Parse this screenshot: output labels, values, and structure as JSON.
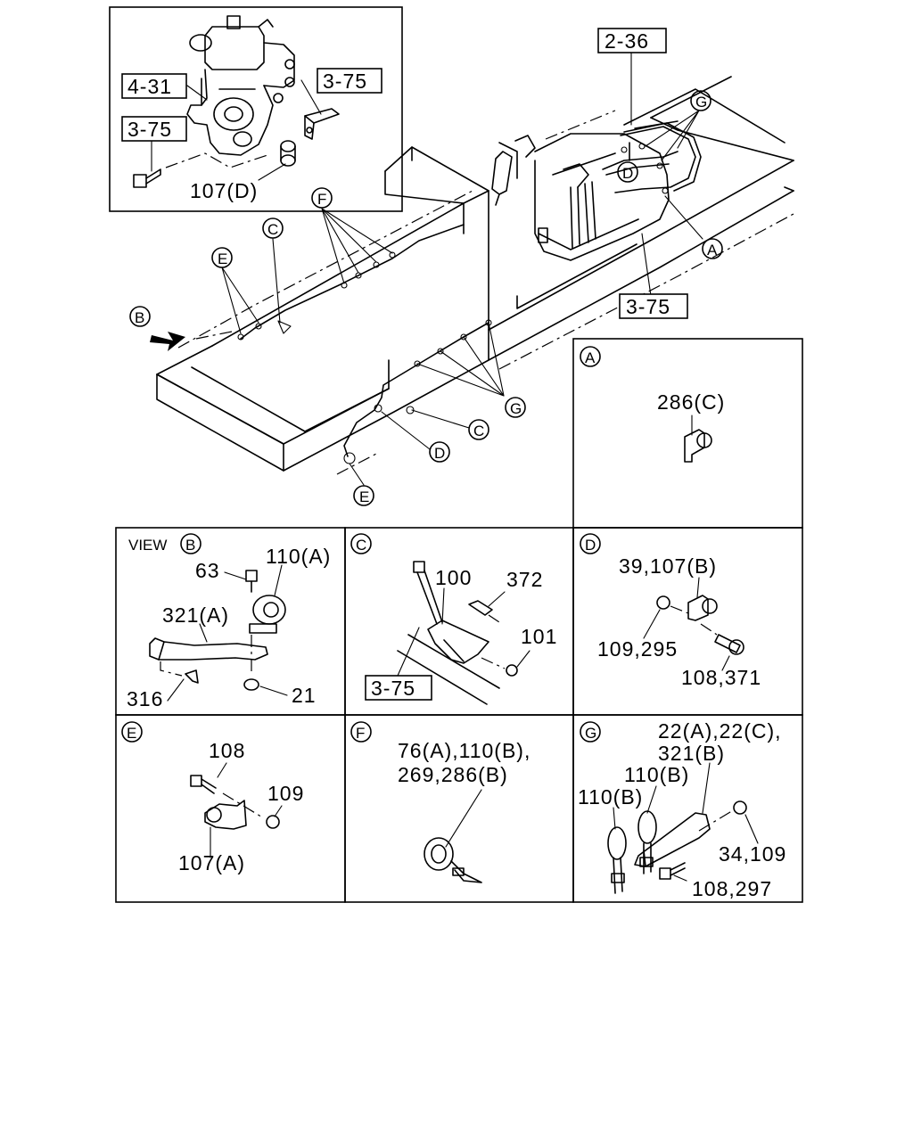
{
  "inset": {
    "ref_4_31": "4-31",
    "ref_3_75_top": "3-75",
    "ref_3_75_left": "3-75",
    "part_107d": "107(D)"
  },
  "main": {
    "ref_2_36": "2-36",
    "ref_3_75": "3-75",
    "callout_A": "A",
    "callout_B": "B",
    "callout_C_top": "C",
    "callout_C_bottom": "C",
    "callout_D_top": "D",
    "callout_D_bottom": "D",
    "callout_E_top": "E",
    "callout_E_bottom": "E",
    "callout_F": "F",
    "callout_G_top": "G",
    "callout_G_bottom": "G"
  },
  "panels": {
    "A": {
      "tag": "A",
      "parts": [
        "286(C)"
      ]
    },
    "B": {
      "view_label": "VIEW",
      "tag": "B",
      "parts": [
        "63",
        "110(A)",
        "321(A)",
        "316",
        "21"
      ]
    },
    "C": {
      "tag": "C",
      "parts": [
        "100",
        "372",
        "101"
      ],
      "ref": "3-75"
    },
    "D": {
      "tag": "D",
      "parts": [
        "39,107(B)",
        "109,295",
        "108,371"
      ]
    },
    "E": {
      "tag": "E",
      "parts": [
        "108",
        "109",
        "107(A)"
      ]
    },
    "F": {
      "tag": "F",
      "parts": [
        "76(A),110(B),",
        "269,286(B)"
      ]
    },
    "G": {
      "tag": "G",
      "parts": [
        "22(A),22(C),",
        "321(B)",
        "110(B)",
        "110(B)",
        "34,109",
        "108,297"
      ]
    }
  }
}
